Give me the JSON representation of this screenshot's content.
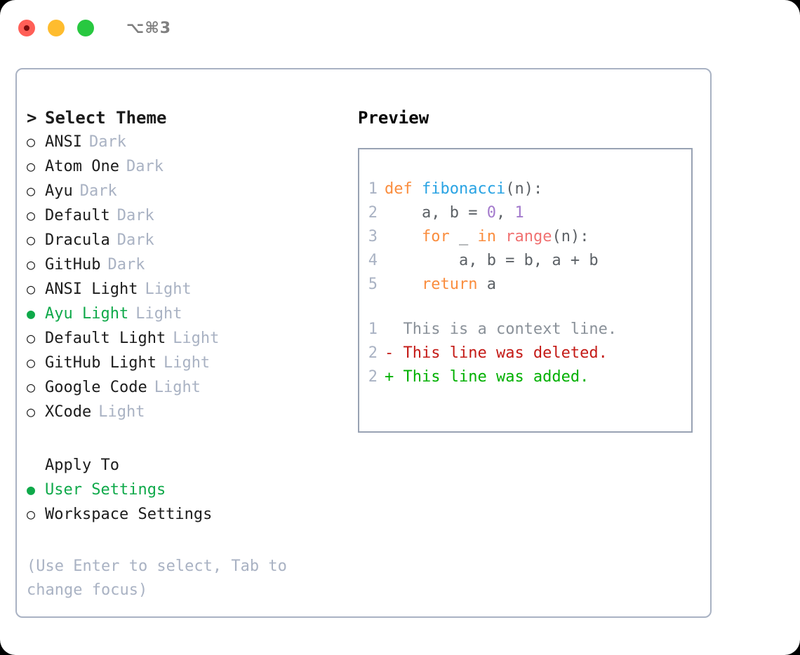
{
  "window": {
    "title": "⌥⌘3",
    "traffic_lights": [
      {
        "name": "close",
        "color": "#FF5F57",
        "recording": true
      },
      {
        "name": "minimize",
        "color": "#FEBC2E",
        "recording": false
      },
      {
        "name": "maximize",
        "color": "#28C840",
        "recording": false
      }
    ]
  },
  "theme_picker": {
    "header_marker": ">",
    "header_label": "Select Theme",
    "items": [
      {
        "marker": "○",
        "label": "ANSI",
        "variant": "Dark",
        "selected": false
      },
      {
        "marker": "○",
        "label": "Atom One",
        "variant": "Dark",
        "selected": false
      },
      {
        "marker": "○",
        "label": "Ayu",
        "variant": "Dark",
        "selected": false
      },
      {
        "marker": "○",
        "label": "Default",
        "variant": "Dark",
        "selected": false
      },
      {
        "marker": "○",
        "label": "Dracula",
        "variant": "Dark",
        "selected": false
      },
      {
        "marker": "○",
        "label": "GitHub",
        "variant": "Dark",
        "selected": false
      },
      {
        "marker": "○",
        "label": "ANSI Light",
        "variant": "Light",
        "selected": false
      },
      {
        "marker": "●",
        "label": "Ayu Light",
        "variant": "Light",
        "selected": true
      },
      {
        "marker": "○",
        "label": "Default Light",
        "variant": "Light",
        "selected": false
      },
      {
        "marker": "○",
        "label": "GitHub Light",
        "variant": "Light",
        "selected": false
      },
      {
        "marker": "○",
        "label": "Google Code",
        "variant": "Light",
        "selected": false
      },
      {
        "marker": "○",
        "label": "XCode",
        "variant": "Light",
        "selected": false
      }
    ]
  },
  "apply_to": {
    "title": "Apply To",
    "items": [
      {
        "marker": "●",
        "label": "User Settings",
        "selected": true
      },
      {
        "marker": "○",
        "label": "Workspace Settings",
        "selected": false
      }
    ]
  },
  "hint": "(Use Enter to select, Tab to change focus)",
  "preview": {
    "title": "Preview",
    "code_lines": [
      {
        "number": "1",
        "tokens": [
          {
            "text": "def ",
            "kind": "kw"
          },
          {
            "text": "fibonacci",
            "kind": "fn"
          },
          {
            "text": "(n):",
            "kind": "pun"
          }
        ]
      },
      {
        "number": "2",
        "tokens": [
          {
            "text": "    a, b = ",
            "kind": "var"
          },
          {
            "text": "0",
            "kind": "num"
          },
          {
            "text": ", ",
            "kind": "pun"
          },
          {
            "text": "1",
            "kind": "num"
          }
        ]
      },
      {
        "number": "3",
        "tokens": [
          {
            "text": "    for ",
            "kind": "kw"
          },
          {
            "text": "_ ",
            "kind": "var"
          },
          {
            "text": "in ",
            "kind": "kw"
          },
          {
            "text": "range",
            "kind": "bi"
          },
          {
            "text": "(n):",
            "kind": "pun"
          }
        ]
      },
      {
        "number": "4",
        "tokens": [
          {
            "text": "        a, b = b, a + b",
            "kind": "var"
          }
        ]
      },
      {
        "number": "5",
        "tokens": [
          {
            "text": "    return ",
            "kind": "kw"
          },
          {
            "text": "a",
            "kind": "var"
          }
        ]
      }
    ],
    "diff_lines": [
      {
        "number": "1",
        "sign": " ",
        "text": "This is a context line.",
        "kind": "ctx"
      },
      {
        "number": "2",
        "sign": "-",
        "text": "This line was deleted.",
        "kind": "del"
      },
      {
        "number": "2",
        "sign": "+",
        "text": "This line was added.",
        "kind": "add"
      }
    ]
  },
  "colors": {
    "accent_green": "#0FA94A",
    "muted": "#A9B2C3",
    "keyword": "#FA8D3E",
    "function": "#29A3E3",
    "number": "#A37ACC",
    "builtin": "#F07171",
    "diff_add": "#00B000",
    "diff_del": "#C41A16",
    "border": "#98A2B3"
  }
}
